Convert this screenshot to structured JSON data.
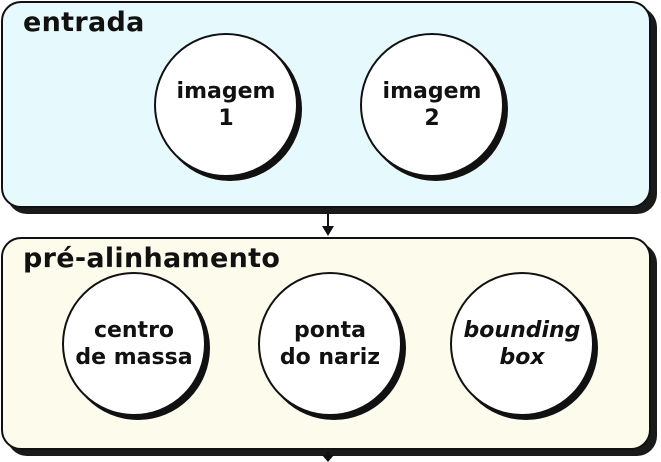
{
  "colors": {
    "entrada_fill": "#e6fafd",
    "pre_fill": "#fdfbec",
    "stroke": "#111111",
    "node_fill": "#ffffff"
  },
  "panels": [
    {
      "title": "entrada"
    },
    {
      "title": "pré-alinhamento"
    }
  ],
  "entrada_nodes": [
    {
      "line1": "imagem",
      "line2": "1"
    },
    {
      "line1": "imagem",
      "line2": "2"
    }
  ],
  "pre_nodes": [
    {
      "line1": "centro",
      "line2": "de massa"
    },
    {
      "line1": "ponta",
      "line2": "do nariz"
    },
    {
      "line1": "bounding",
      "line2": "box"
    }
  ]
}
